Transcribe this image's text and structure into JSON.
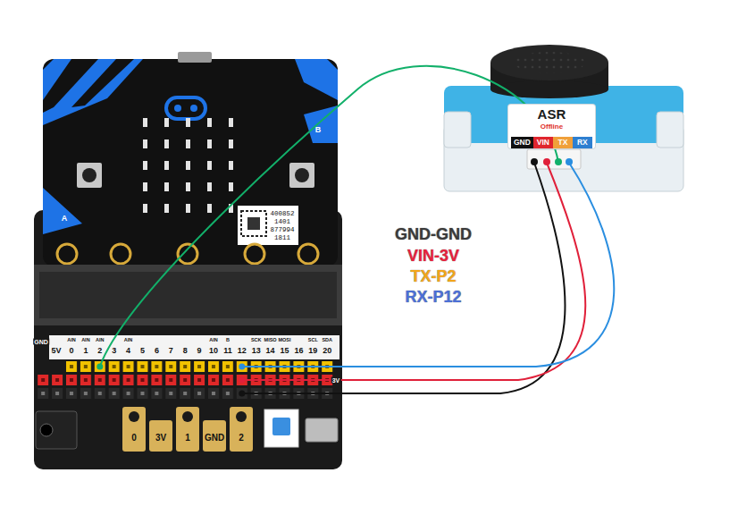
{
  "diagram": {
    "nodes": [
      {
        "text": [
          "ASR",
          "Offline"
        ]
      },
      {
        "text": [
          "GND"
        ],
        "in": 0
      },
      {
        "text": [
          "VIN"
        ],
        "in": 0
      },
      {
        "text": [
          "TX"
        ],
        "in": 0
      },
      {
        "text": [
          "RX"
        ],
        "in": 0
      }
    ],
    "labels": [
      "GND-GND",
      "VIN-3V",
      "TX-P2",
      "RX-P12",
      "400852",
      "1401",
      "877994",
      "1811",
      "A",
      "B",
      "GND",
      "5V",
      "0",
      "1",
      "2",
      "3",
      "4",
      "5",
      "6",
      "7",
      "8",
      "9",
      "10",
      "11",
      "12",
      "13",
      "14",
      "15",
      "16",
      "19",
      "20",
      "AIN",
      "AIN",
      "AIN",
      "AIN",
      "AIN",
      "B",
      "SCK",
      "MISO",
      "MOSI",
      "SCL",
      "SDA",
      "3V",
      "0",
      "3V",
      "1",
      "GND",
      "2"
    ]
  }
}
